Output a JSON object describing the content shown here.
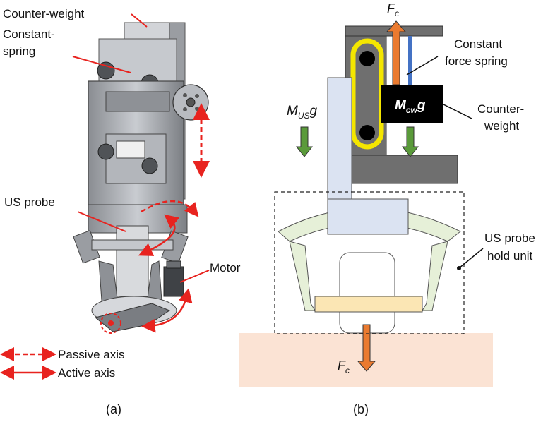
{
  "panel_a": {
    "caption": "(a)",
    "labels": {
      "counter_weight": "Counter-weight",
      "constant_spring_1": "Constant-",
      "constant_spring_2": "spring",
      "us_probe": "US probe",
      "motor": "Motor"
    },
    "legend": {
      "passive": "Passive axis",
      "active": "Active axis"
    }
  },
  "panel_b": {
    "caption": "(b)",
    "force_symbol": "F",
    "force_subscript": "c",
    "mus_base": "M",
    "mus_sub": "US",
    "mus_g": "g",
    "mcw_base": "M",
    "mcw_sub": "cw",
    "mcw_g": "g",
    "spring_label_1": "Constant",
    "spring_label_2": "force spring",
    "counterweight_label_1": "Counter-",
    "counterweight_label_2": "weight",
    "hold_unit_1": "US probe",
    "hold_unit_2": "hold unit"
  },
  "colors": {
    "arrow_red": "#e8231f",
    "force_orange": "#ea7a2f",
    "gravity_green": "#5a9a3a",
    "frame_gray": "#6f6f6f",
    "probe_blue": "#dbe3f2",
    "spring_blue": "#4472c4",
    "belt_yellow": "#f4e600",
    "hold_green": "#e6f0d8",
    "plate_yellow": "#fbe6b4",
    "ground": "#fbe3d4"
  }
}
